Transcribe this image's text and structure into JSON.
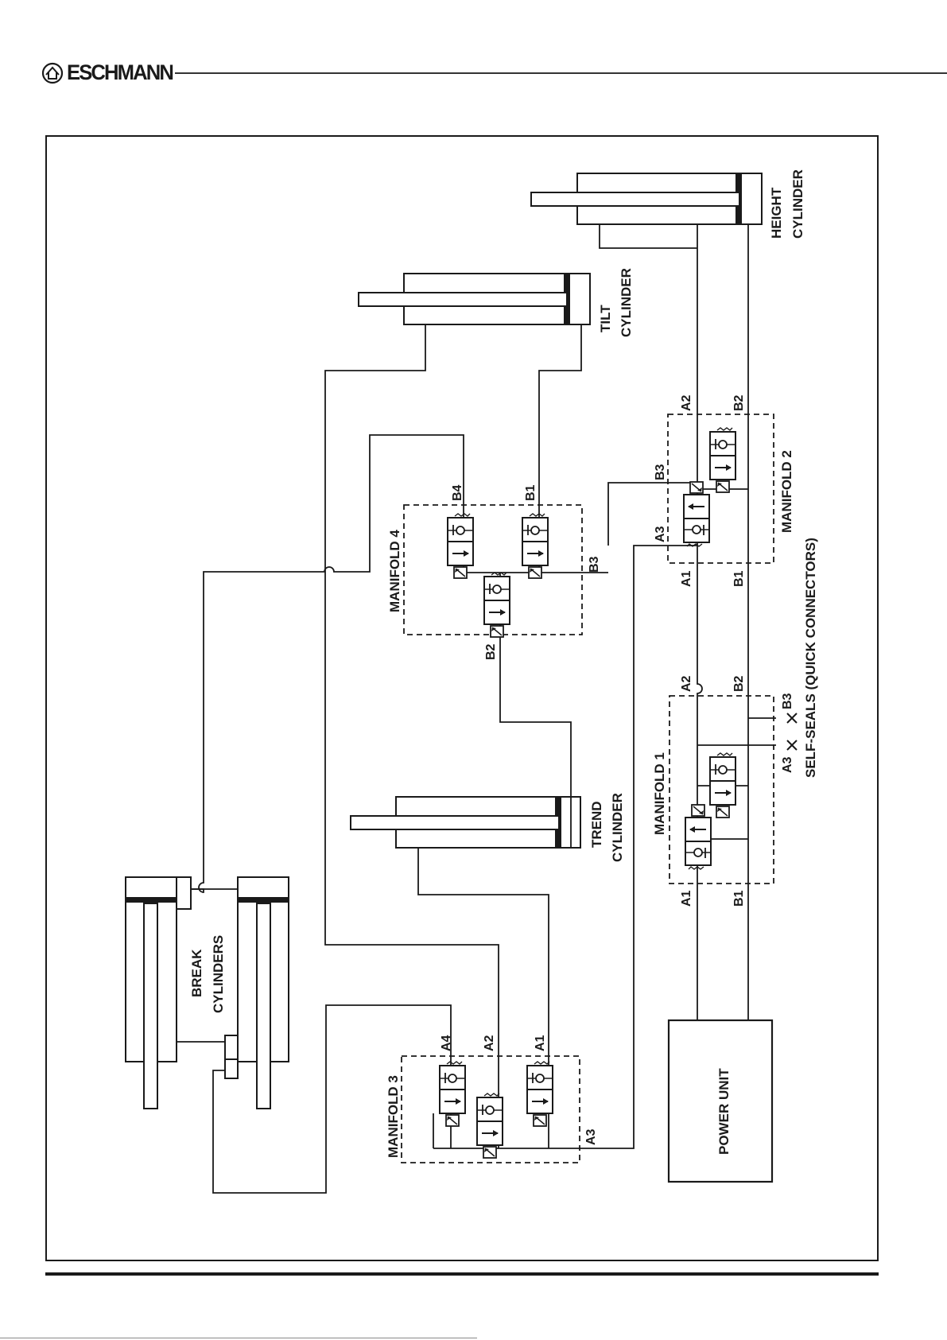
{
  "header": {
    "brand": "ESCHMANN"
  },
  "labels": {
    "height_cylinder": [
      "HEIGHT",
      "CYLINDER"
    ],
    "tilt_cylinder": [
      "TILT",
      "CYLINDER"
    ],
    "trend_cylinder": [
      "TREND",
      "CYLINDER"
    ],
    "break_cylinders": [
      "BREAK",
      "CYLINDERS"
    ],
    "manifold_1": "MANIFOLD 1",
    "manifold_2": "MANIFOLD 2",
    "manifold_3": "MANIFOLD 3",
    "manifold_4": "MANIFOLD 4",
    "self_seals": "SELF-SEALS (QUICK CONNECTORS)",
    "power_unit": "POWER UNIT"
  },
  "ports": {
    "m2_a2": "A2",
    "m2_b2": "B2",
    "m2_b3": "B3",
    "m2_a3": "A3",
    "m2_a1": "A1",
    "m2_b1": "B1",
    "m1_a2": "A2",
    "m1_b2": "B2",
    "m1_b3": "B3",
    "m1_a3": "A3",
    "m1_a1": "A1",
    "m1_b1": "B1",
    "m4_b4": "B4",
    "m4_b1": "B1",
    "m4_b3": "B3",
    "m4_b2": "B2",
    "m3_a4": "A4",
    "m3_a2": "A2",
    "m3_a1": "A1",
    "m3_a3": "A3"
  }
}
